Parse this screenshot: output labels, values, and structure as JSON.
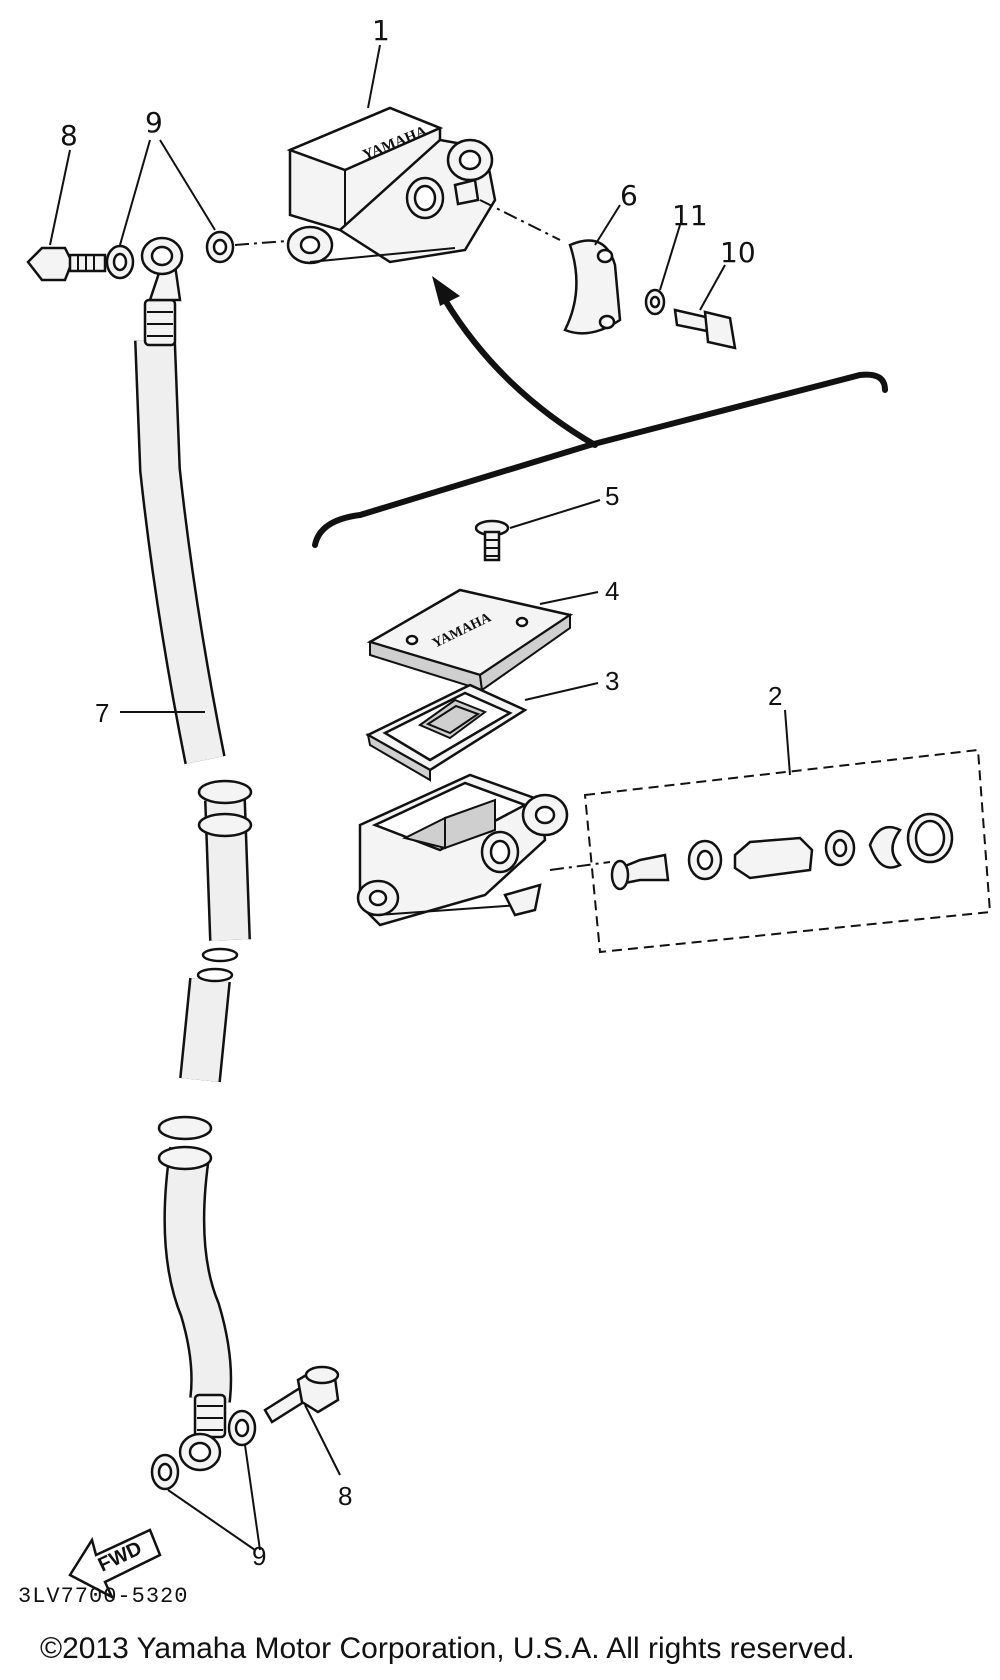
{
  "callouts": {
    "c1": "1",
    "c2": "2",
    "c3": "3",
    "c4": "4",
    "c5": "5",
    "c6": "6",
    "c7": "7",
    "c8a": "8",
    "c8b": "8",
    "c9a": "9",
    "c9b": "9",
    "c10": "10",
    "c11": "11"
  },
  "labels": {
    "reservoir_brand": "YAMAHA",
    "cap_brand": "YAMAHA",
    "fwd": "FWD"
  },
  "footer": {
    "doc_code": "3LV7700-5320",
    "copyright": "©2013 Yamaha Motor Corporation, U.S.A. All rights reserved."
  }
}
